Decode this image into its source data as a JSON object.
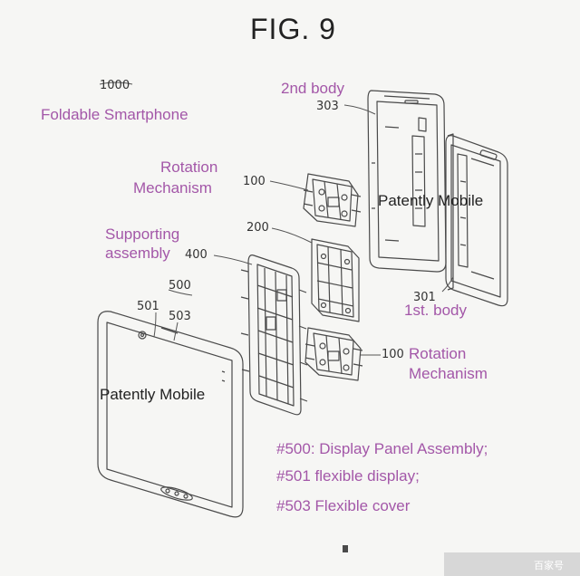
{
  "figure": {
    "title": "FIG. 9",
    "ref_device": "1000",
    "device_name": "Foldable Smartphone",
    "second_body": {
      "label": "2nd body",
      "ref": "303"
    },
    "first_body": {
      "label": "1st. body",
      "ref": "301"
    },
    "rotation_top": {
      "line1": "Rotation",
      "line2": "Mechanism",
      "ref": "100"
    },
    "rotation_bottom": {
      "line1": "Rotation",
      "line2": "Mechanism",
      "ref": "100"
    },
    "support_center_ref": "200",
    "supporting": {
      "line1": "Supporting",
      "line2": "assembly",
      "ref": "400"
    },
    "display": {
      "ref_group": "500",
      "ref_display": "501",
      "ref_cover": "503"
    },
    "watermark_top": "Patently Mobile",
    "watermark_bottom": "Patently Mobile",
    "captions": [
      "#500: Display Panel Assembly;",
      "#501 flexible display;",
      "#503 Flexible cover"
    ],
    "corner_mark": "百家号"
  }
}
